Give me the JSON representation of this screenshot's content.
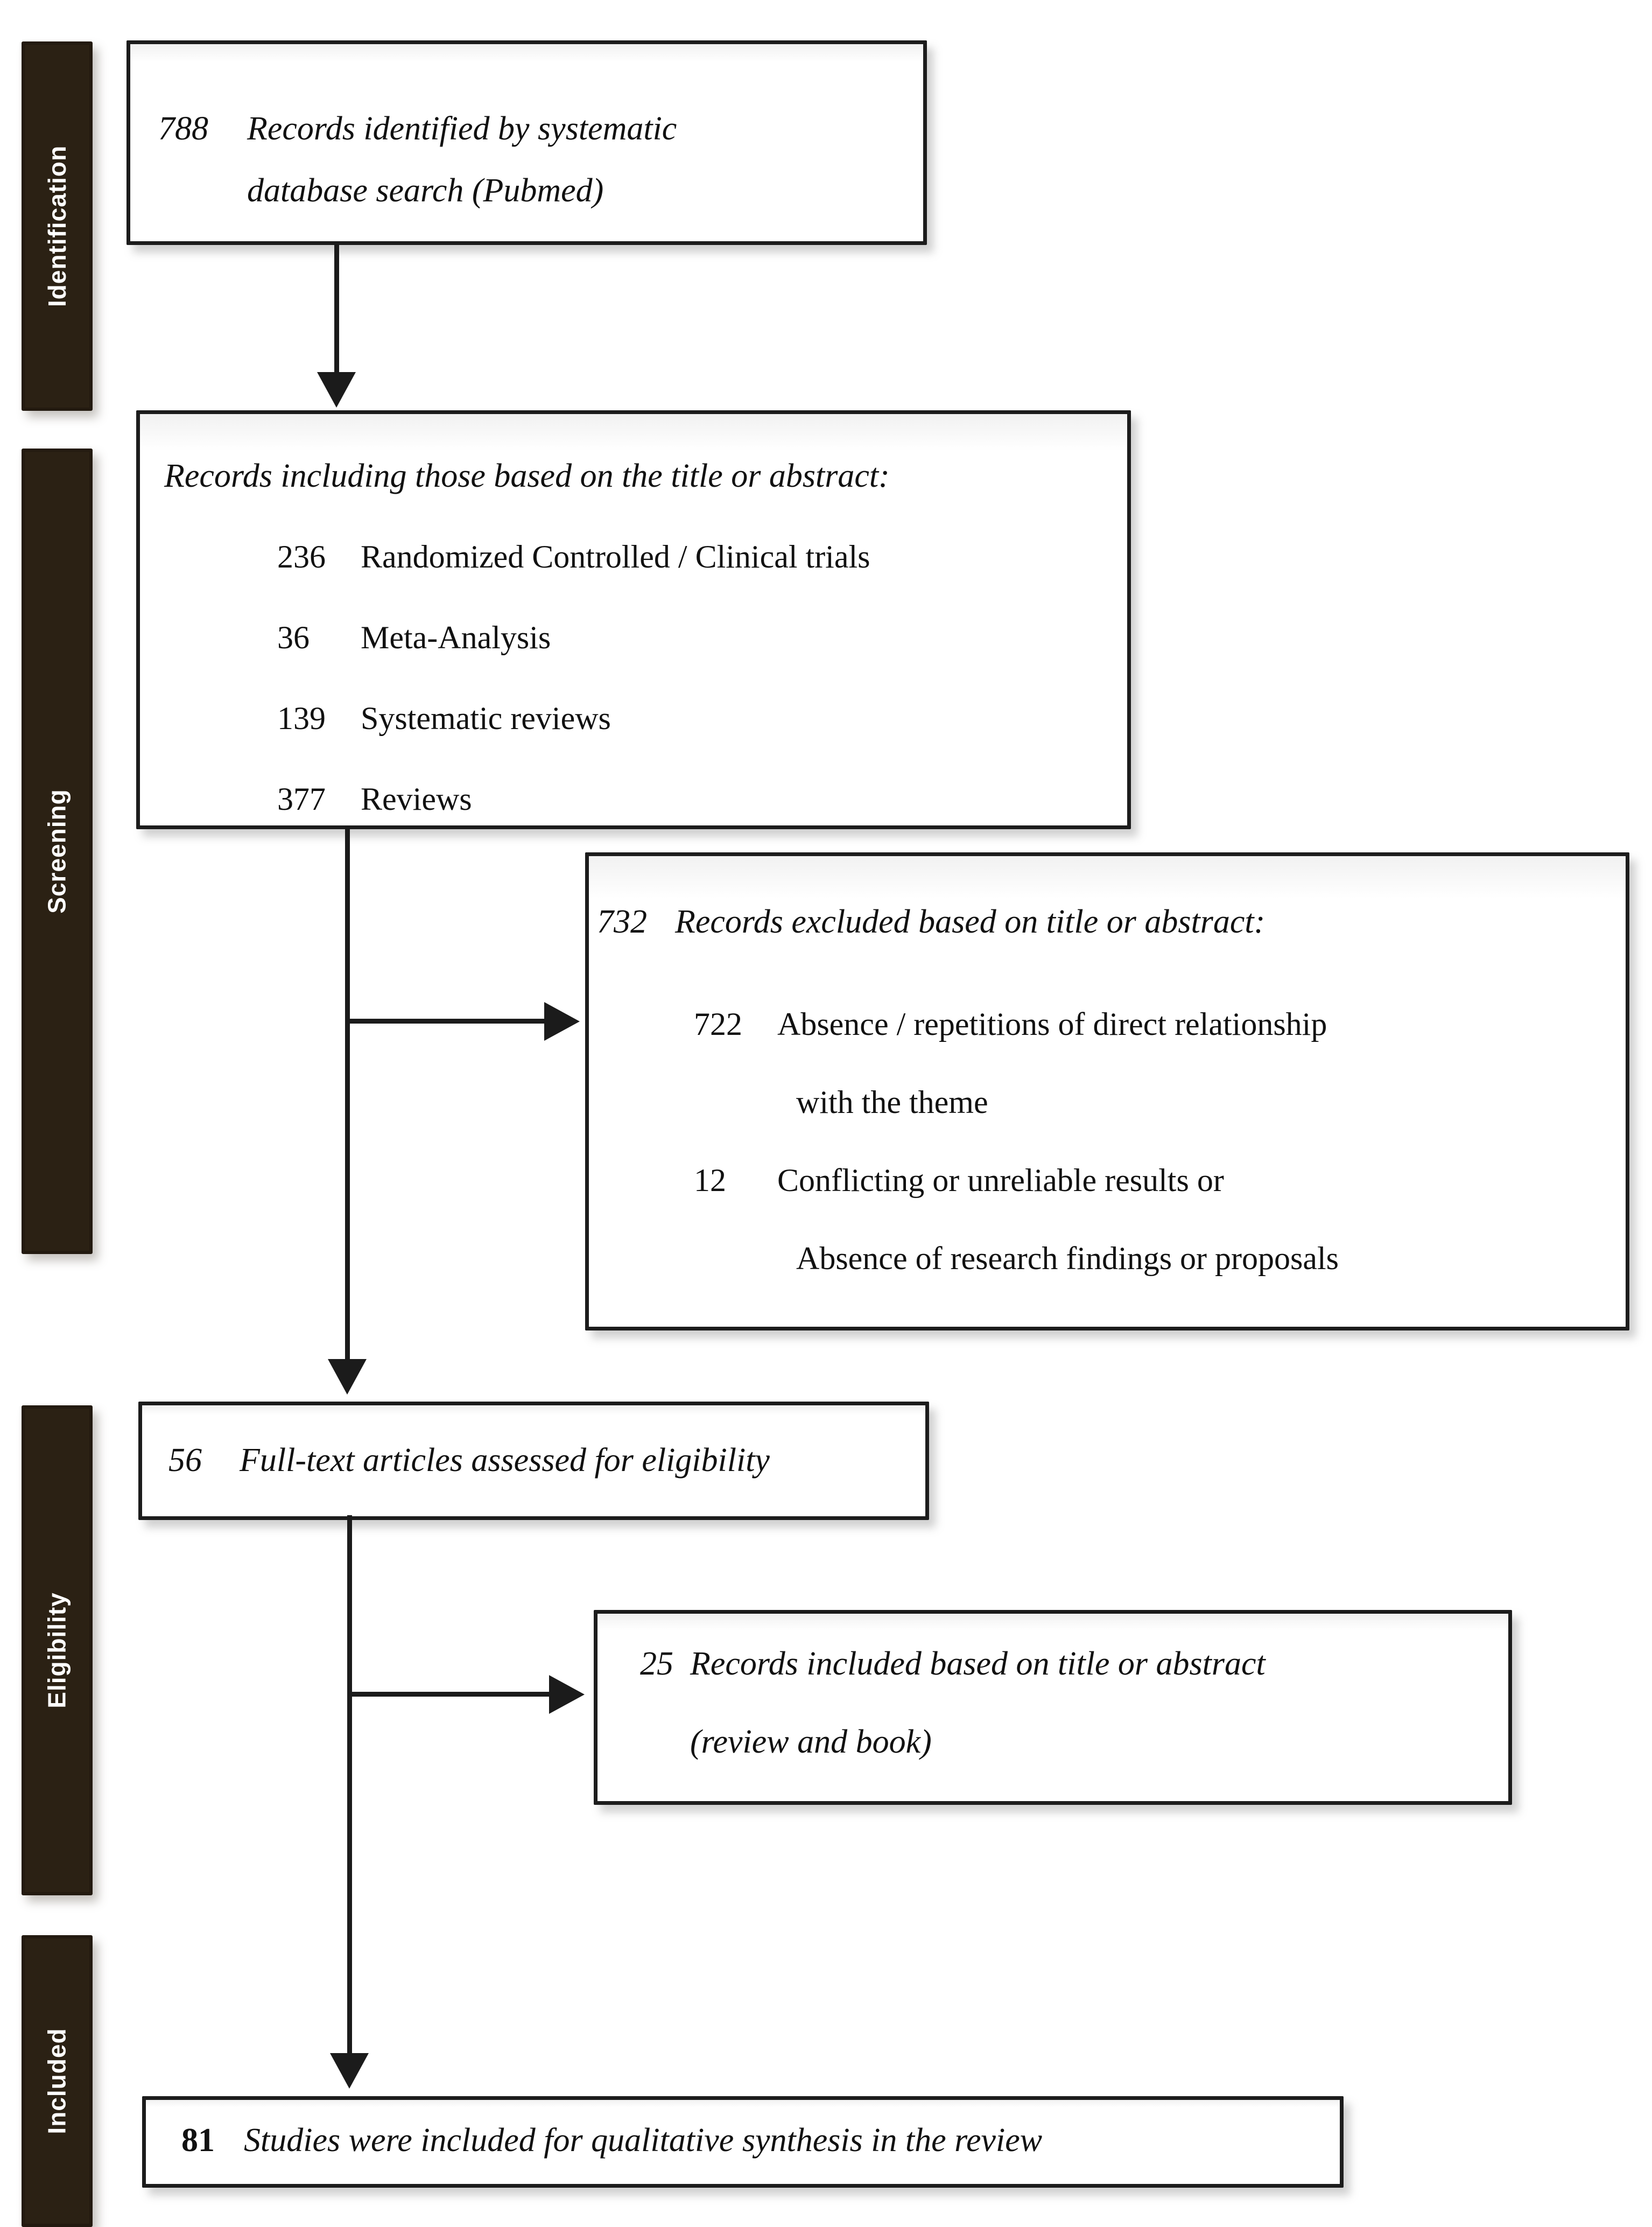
{
  "colors": {
    "sidebar_bg": "#2b2114",
    "sidebar_text": "#ffffff",
    "box_border": "#1c1c1c",
    "arrow": "#1b1b1b",
    "box_bg": "#ffffff"
  },
  "stages": [
    {
      "label": "Identification"
    },
    {
      "label": "Screening"
    },
    {
      "label": "Eligibility"
    },
    {
      "label": "Included"
    }
  ],
  "boxes": {
    "identified": {
      "number": "788",
      "line1": "Records identified by systematic",
      "line2": "database search (Pubmed)"
    },
    "screened": {
      "header": "Records including those based on the title or abstract:",
      "items": [
        {
          "number": "236",
          "text": "Randomized Controlled / Clinical trials"
        },
        {
          "number": "36",
          "text": "Meta-Analysis"
        },
        {
          "number": "139",
          "text": "Systematic reviews"
        },
        {
          "number": "377",
          "text": "Reviews"
        }
      ]
    },
    "excluded": {
      "number": "732",
      "header": "Records excluded based on title or abstract:",
      "items": [
        {
          "number": "722",
          "line1": "Absence / repetitions of direct relationship",
          "line2": "with the theme"
        },
        {
          "number": "12",
          "line1": "Conflicting or unreliable results or",
          "line2": "Absence of research findings or proposals"
        }
      ]
    },
    "fulltext": {
      "number": "56",
      "text": "Full-text articles assessed for eligibility"
    },
    "abstract_included": {
      "number": "25",
      "line1": "Records included based on title or abstract",
      "line2": "(review and book)"
    },
    "final": {
      "number": "81",
      "text": "Studies were included for qualitative synthesis in the review"
    }
  }
}
